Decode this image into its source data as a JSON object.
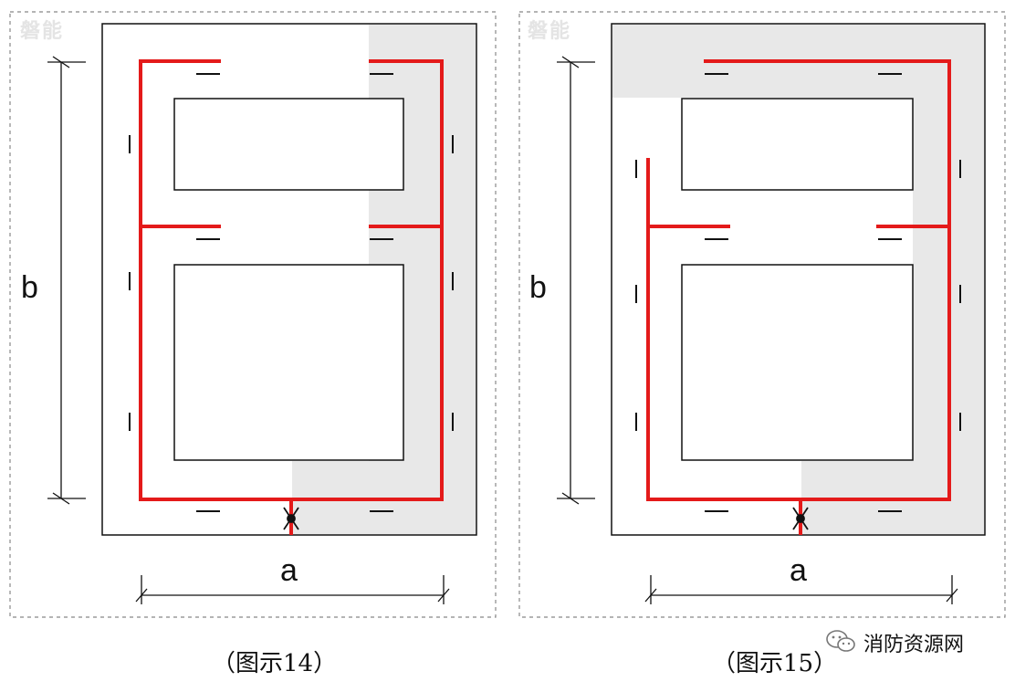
{
  "figures": [
    {
      "id": "fig14",
      "caption": "（图示14）",
      "label_a": "a",
      "label_b": "b",
      "watermark": "磐能"
    },
    {
      "id": "fig15",
      "caption": "（图示15）",
      "label_a": "a",
      "label_b": "b",
      "watermark": "磐能"
    }
  ],
  "brand": {
    "name": "消防资源网",
    "icon": "wechat-icon"
  },
  "colors": {
    "cable": "#e41a1a",
    "shade": "#e8e8e8",
    "line": "#111111",
    "frame": "#888888"
  }
}
